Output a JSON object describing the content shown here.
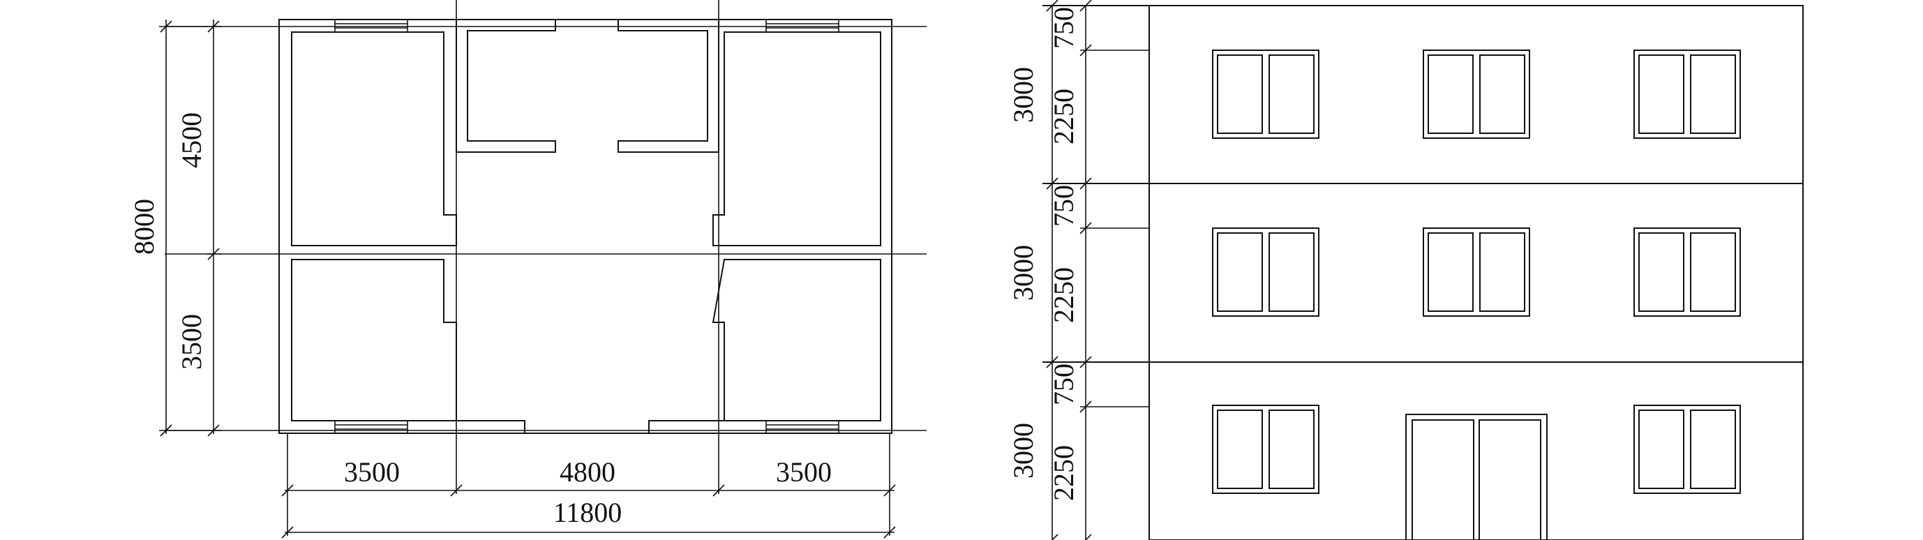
{
  "floor_plan": {
    "widths": [
      "3500",
      "4800",
      "3500"
    ],
    "total_width": "11800",
    "depths": [
      "4500",
      "3500"
    ],
    "total_depth": "8000"
  },
  "elevation": {
    "floors": [
      {
        "height": "3000",
        "parts": [
          "750",
          "2250"
        ]
      },
      {
        "height": "3000",
        "parts": [
          "750",
          "2250"
        ]
      },
      {
        "height": "3000",
        "parts": [
          "750",
          "2250"
        ]
      }
    ]
  }
}
